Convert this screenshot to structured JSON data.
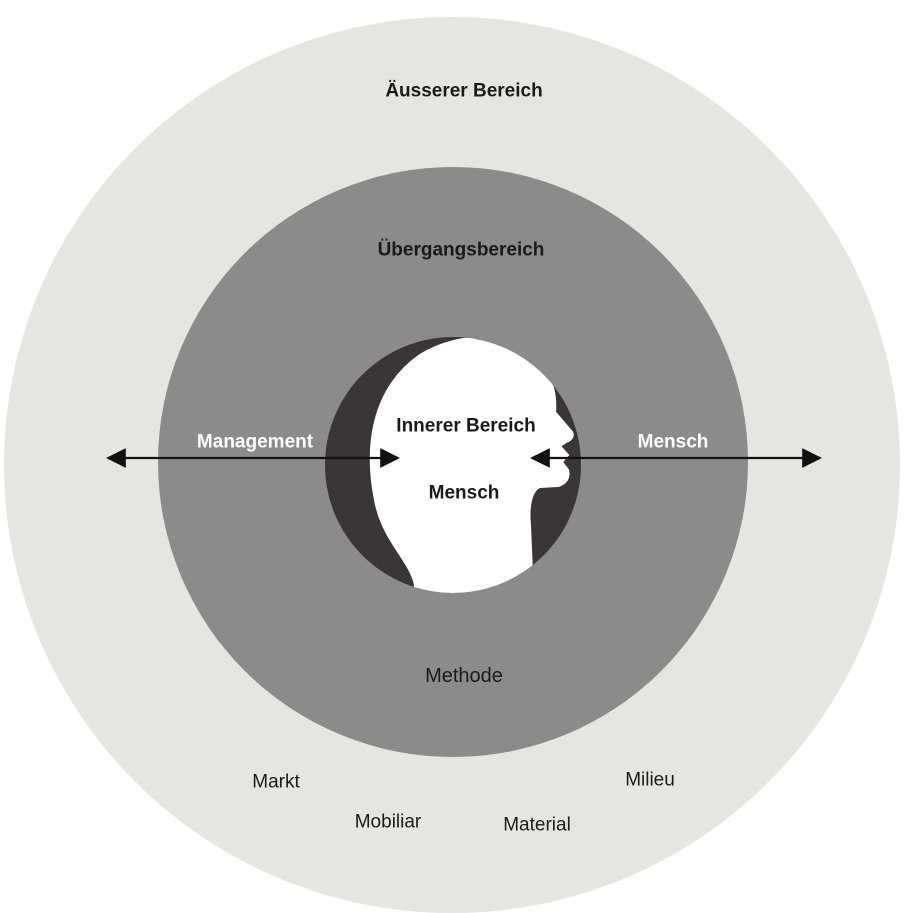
{
  "diagram": {
    "outer_zone": {
      "label": "Äusserer Bereich"
    },
    "middle_zone": {
      "label": "Übergangsbereich",
      "bottom_label": "Methode"
    },
    "inner_zone": {
      "label": "Innerer Bereich",
      "sub_label": "Mensch"
    },
    "arrows": {
      "left_label": "Management",
      "right_label": "Mensch"
    },
    "outer_items": [
      "Markt",
      "Mobiliar",
      "Material",
      "Milieu"
    ],
    "colors": {
      "outer_circle": "#e5e6e2",
      "middle_circle": "#8b8b8b",
      "inner_circle": "#3a3537",
      "head_silhouette": "#ffffff",
      "arrow": "#111111"
    }
  }
}
